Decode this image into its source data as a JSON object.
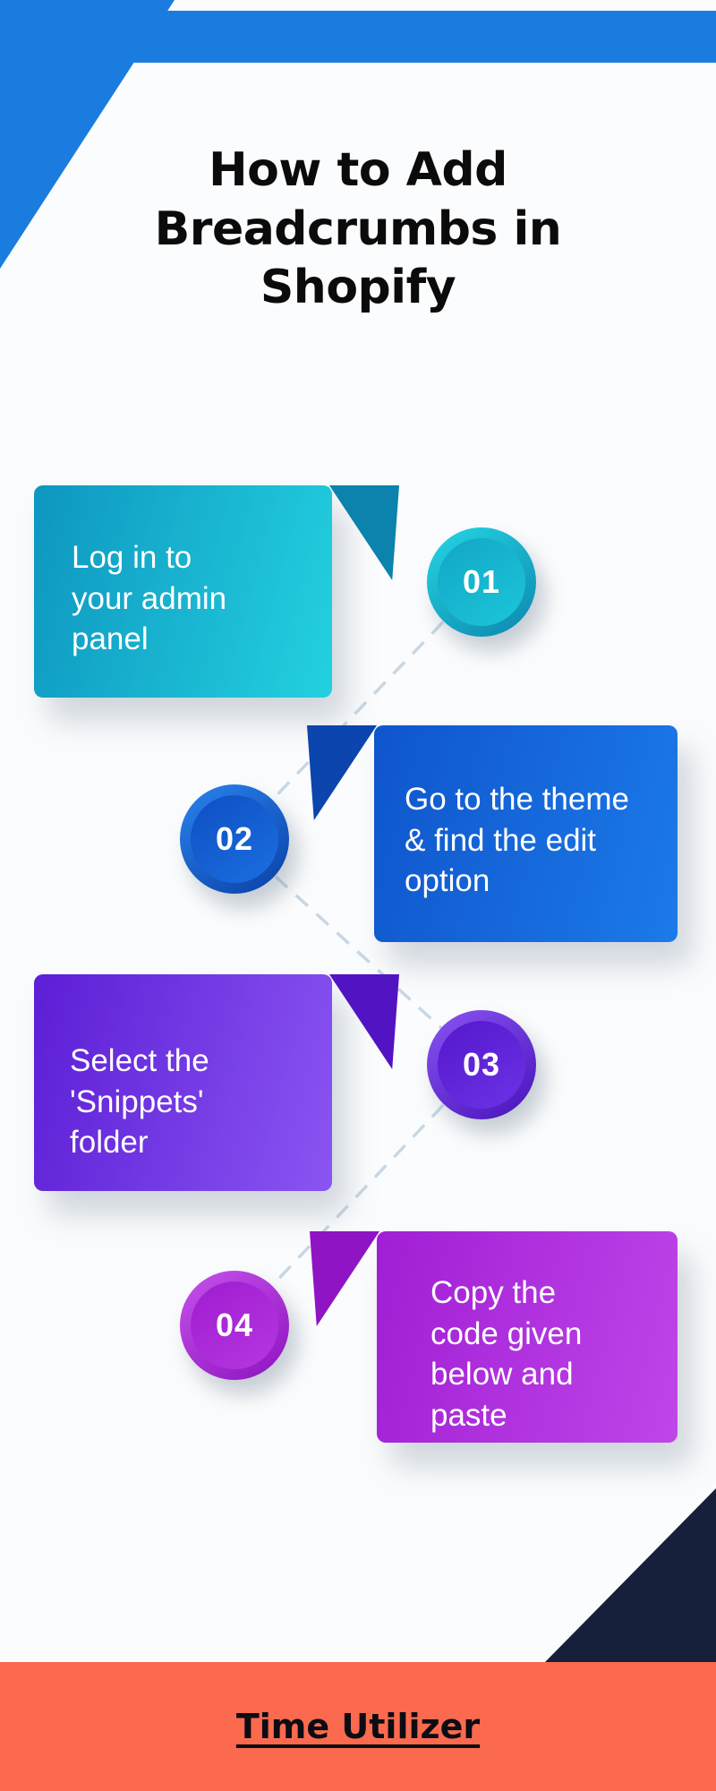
{
  "header": {
    "title": "How to Add Breadcrumbs in Shopify",
    "title_lines": [
      "How to Add",
      "Breadcrumbs in",
      "Shopify"
    ]
  },
  "steps": [
    {
      "number": "01",
      "text": "Log in to\nyour admin\npanel"
    },
    {
      "number": "02",
      "text": "Go to the theme\n& find the edit\noption"
    },
    {
      "number": "03",
      "text": "Select the\n'Snippets'\nfolder"
    },
    {
      "number": "04",
      "text": "Copy the\ncode given\nbelow and\npaste"
    }
  ],
  "footer": {
    "brand": "Time Utilizer"
  },
  "colors": {
    "top_blue": "#1b7ce0",
    "step1_teal": "#18b5d4",
    "step2_blue": "#145fd8",
    "step3_purple": "#6b2fe0",
    "step4_magenta": "#ae28d9",
    "footer_orange": "#fb6a4e",
    "corner_navy": "#16203a",
    "connector": "#c8d7e3",
    "title_text": "#0b0b0b",
    "card_text": "#ffffff"
  }
}
